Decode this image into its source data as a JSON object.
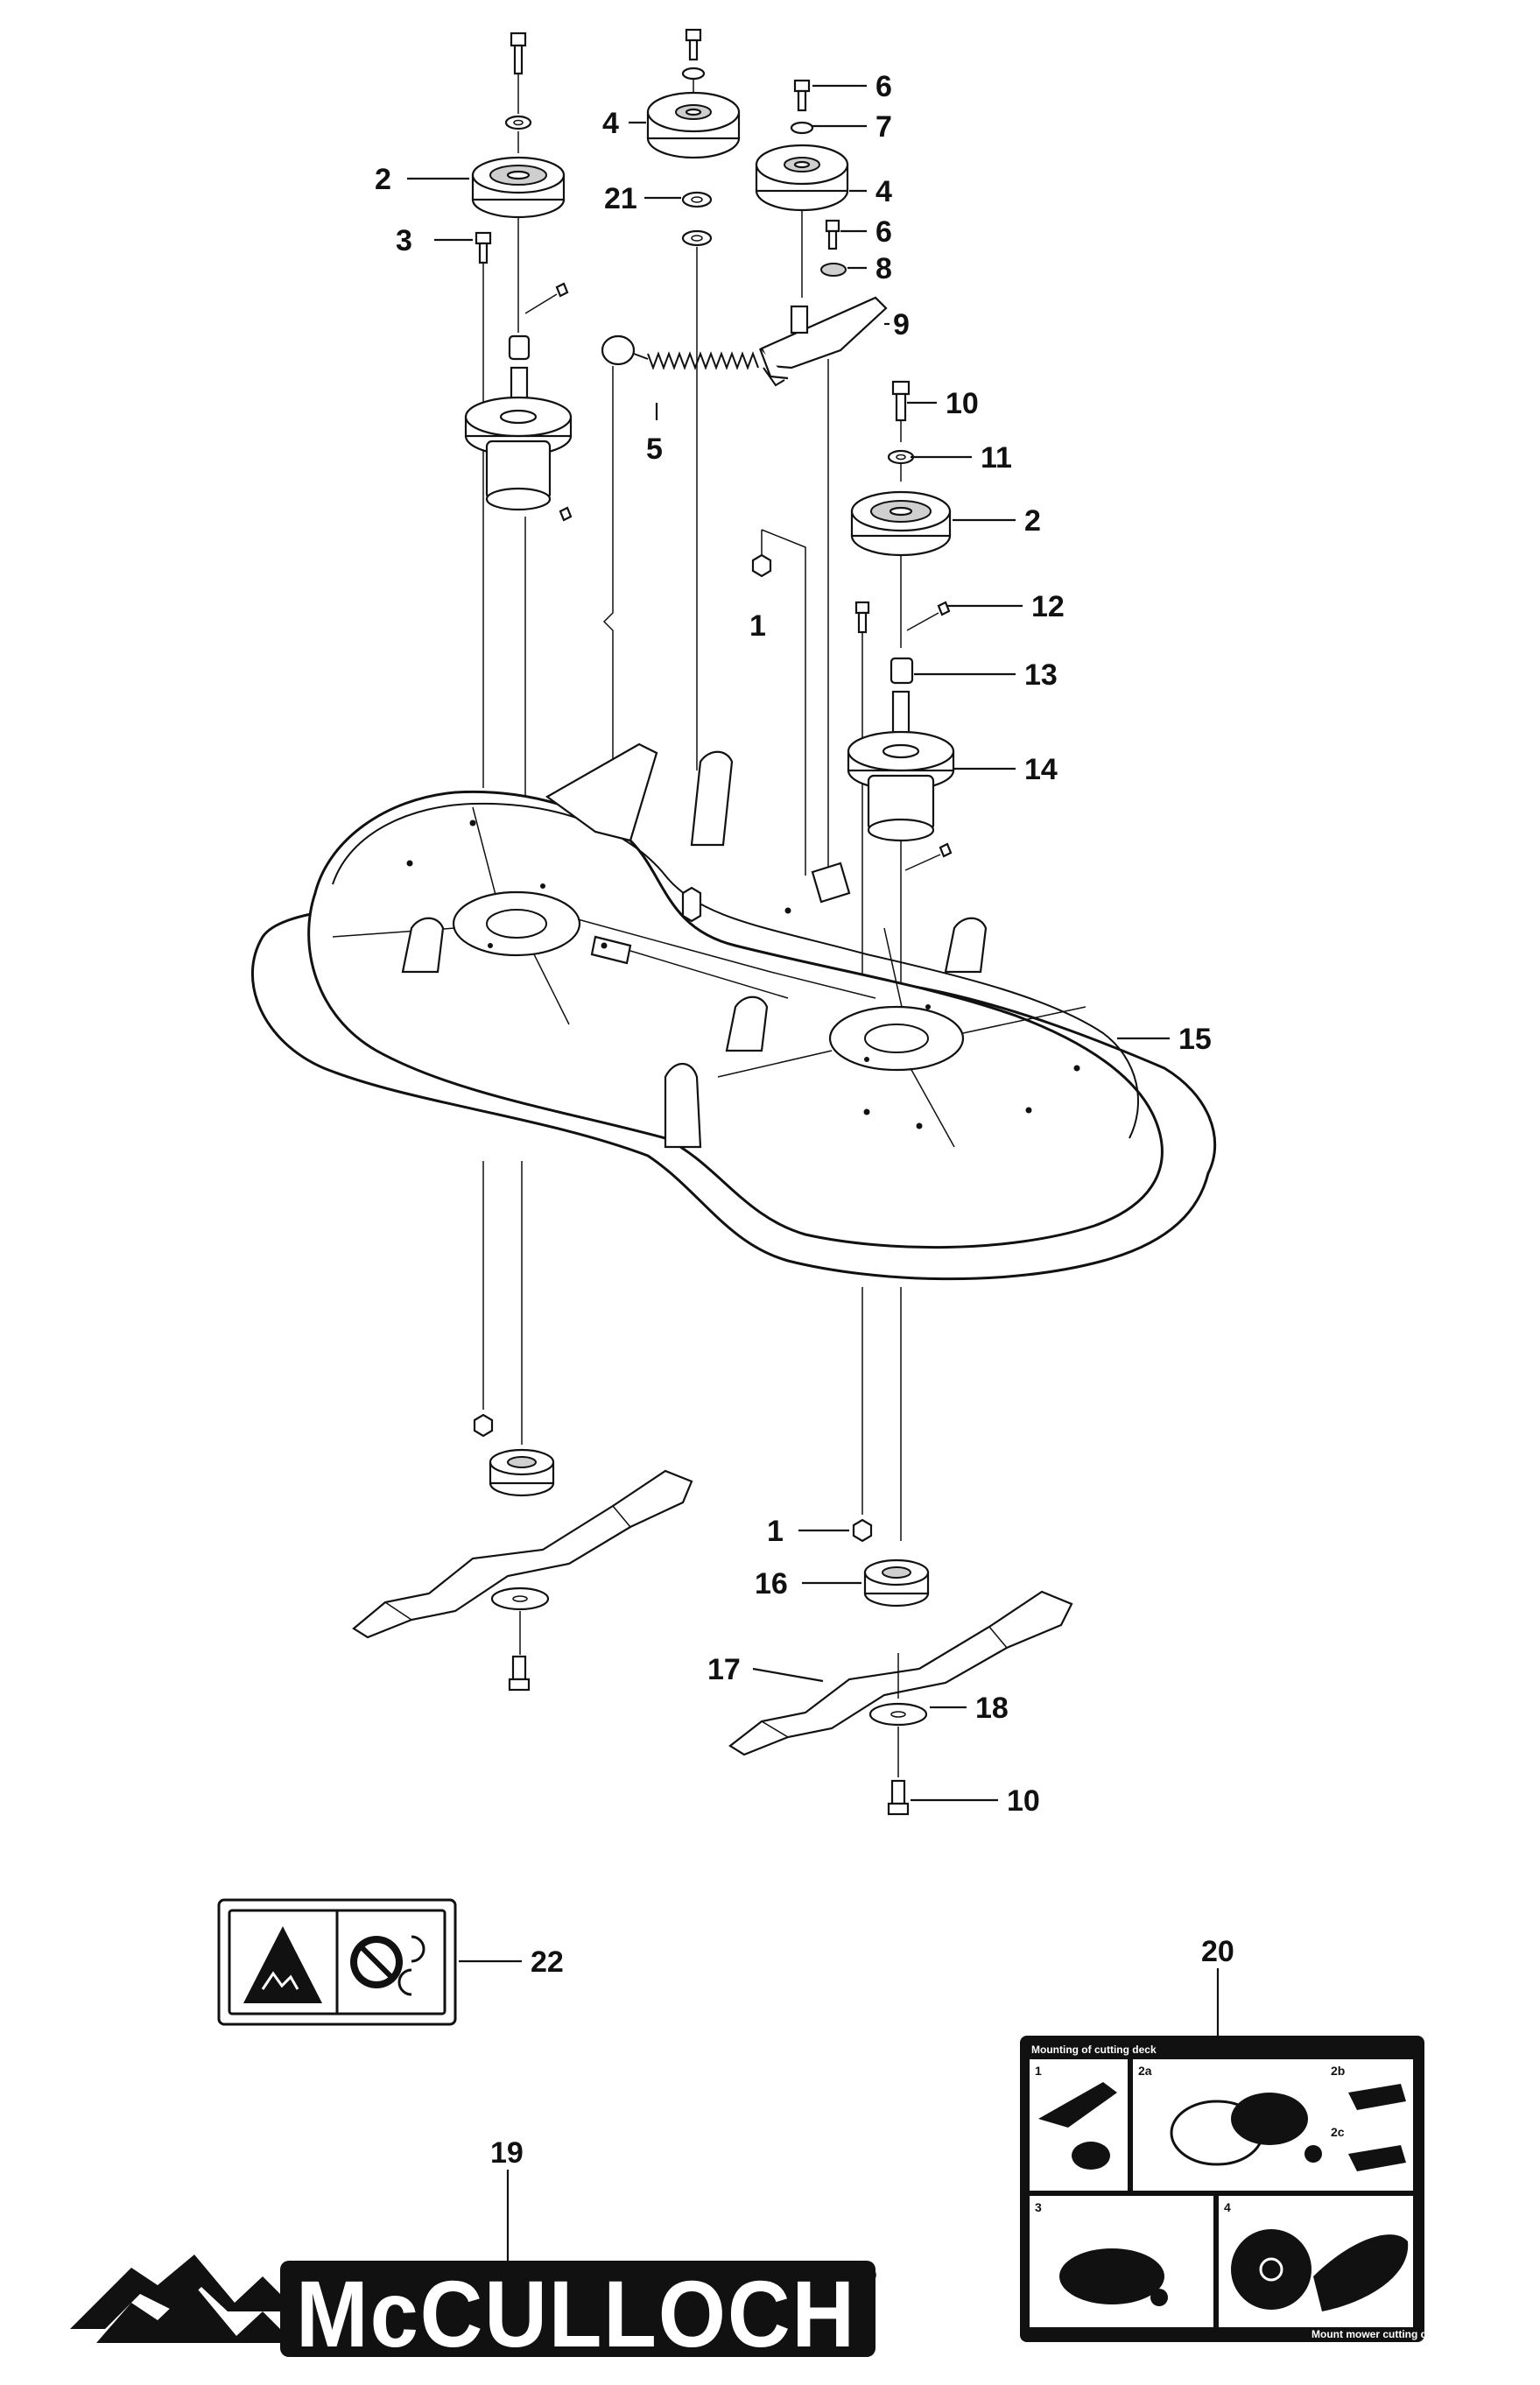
{
  "callouts": {
    "c1a": "1",
    "c1b": "1",
    "c2a": "2",
    "c2b": "2",
    "c3": "3",
    "c4a": "4",
    "c4b": "4",
    "c5": "5",
    "c6a": "6",
    "c6b": "6",
    "c7": "7",
    "c8": "8",
    "c9": "9",
    "c10a": "10",
    "c10b": "10",
    "c11": "11",
    "c12": "12",
    "c13": "13",
    "c14": "14",
    "c15": "15",
    "c16": "16",
    "c17": "17",
    "c18": "18",
    "c19": "19",
    "c20": "20",
    "c21": "21",
    "c22": "22"
  },
  "decal": {
    "title": "Mounting of cutting deck",
    "panels": [
      "1",
      "2a",
      "2b",
      "2c",
      "3",
      "4"
    ],
    "footer": "Mount mower cutting deck"
  },
  "brand": {
    "name": "McCULLOCH",
    "mark": "®"
  },
  "colors": {
    "ink": "#111111",
    "paper": "#ffffff",
    "shade": "#cfcfcf"
  }
}
